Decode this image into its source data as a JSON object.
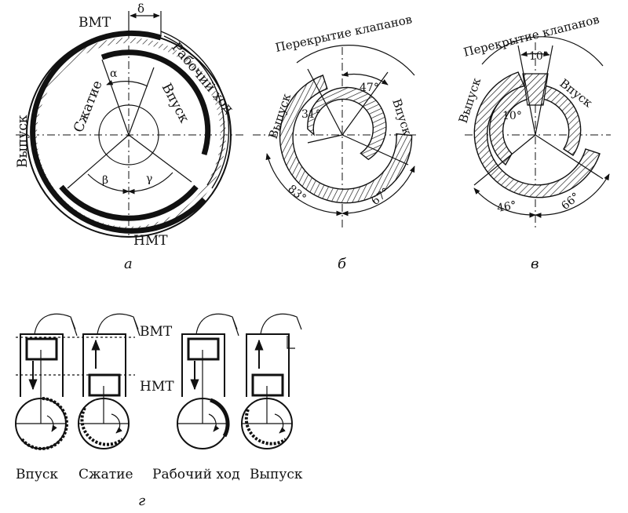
{
  "panel_a": {
    "tdc": "ВМТ",
    "bdc": "НМТ",
    "intake": "Впуск",
    "exhaust": "Выпуск",
    "compression": "Сжатие",
    "power": "Рабочий ход",
    "alpha": "α",
    "beta": "β",
    "gamma": "γ",
    "delta": "δ",
    "caption": "а"
  },
  "panel_b": {
    "overlap": "Перекрытие клапанов",
    "exhaust": "Выпуск",
    "intake": "Впуск",
    "a31": "31°",
    "a47": "47°",
    "a83": "83°",
    "a67": "67°",
    "caption": "б"
  },
  "panel_v": {
    "overlap": "Перекрытие клапанов",
    "exhaust": "Выпуск",
    "intake": "Впуск",
    "a10top": "10°",
    "a10": "10°",
    "a46": "46°",
    "a66": "66°",
    "caption": "в"
  },
  "panel_g": {
    "tdc": "ВМТ",
    "bdc": "НМТ",
    "strokes": [
      "Впуск",
      "Сжатие",
      "Рабочий ход",
      "Выпуск"
    ],
    "caption": "г"
  }
}
